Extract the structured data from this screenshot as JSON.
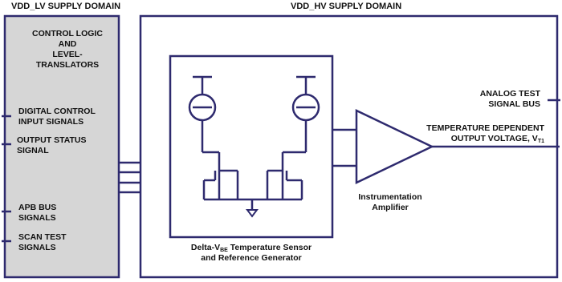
{
  "domains": {
    "lv_title": "VDD_LV SUPPLY DOMAIN",
    "hv_title": "VDD_HV SUPPLY DOMAIN"
  },
  "lv_block": {
    "control_logic": [
      "CONTROL LOGIC",
      "AND",
      "LEVEL-",
      "TRANSLATORS"
    ],
    "digital_control": [
      "DIGITAL CONTROL",
      "INPUT SIGNALS"
    ],
    "output_status": [
      "OUTPUT STATUS",
      "SIGNAL"
    ],
    "apb_bus": [
      "APB BUS",
      "SIGNALS"
    ],
    "scan_test": [
      "SCAN TEST",
      "SIGNALS"
    ]
  },
  "hv_block": {
    "analog_test": [
      "ANALOG TEST",
      "SIGNAL BUS"
    ],
    "temp_output_line1": "TEMPERATURE DEPENDENT",
    "temp_output_line2": "OUTPUT VOLTAGE, V",
    "temp_output_sub": "T1",
    "amplifier": [
      "Instrumentation",
      "Amplifier"
    ],
    "sensor_line1_pre": "Delta-V",
    "sensor_line1_sub": "BE",
    "sensor_line1_post": " Temperature Sensor",
    "sensor_line2": "and Reference Generator"
  },
  "colors": {
    "line": "#2e2a6e",
    "lv_fill": "#d6d6d6",
    "hv_fill": "#ffffff"
  }
}
